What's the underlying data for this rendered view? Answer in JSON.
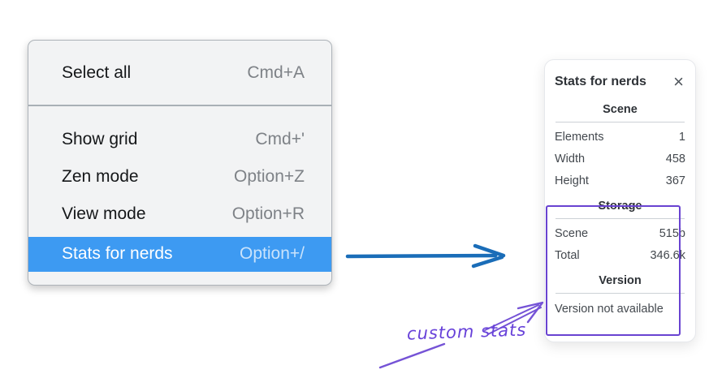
{
  "context_menu": {
    "items": [
      {
        "label": "Select all",
        "shortcut": "Cmd+A"
      },
      {
        "label": "Show grid",
        "shortcut": "Cmd+'"
      },
      {
        "label": "Zen mode",
        "shortcut": "Option+Z"
      },
      {
        "label": "View mode",
        "shortcut": "Option+R"
      },
      {
        "label": "Stats for nerds",
        "shortcut": "Option+/"
      }
    ],
    "highlighted_item": "Stats for nerds",
    "highlight_color": "#3d9af2"
  },
  "stats_panel": {
    "title": "Stats for nerds",
    "close_icon": "×",
    "sections": {
      "scene": {
        "header": "Scene",
        "rows": [
          {
            "label": "Elements",
            "value": "1"
          },
          {
            "label": "Width",
            "value": "458"
          },
          {
            "label": "Height",
            "value": "367"
          }
        ]
      },
      "storage": {
        "header": "Storage",
        "rows": [
          {
            "label": "Scene",
            "value": "515b"
          },
          {
            "label": "Total",
            "value": "346.6k"
          }
        ]
      },
      "version": {
        "header": "Version",
        "note": "Version not available"
      }
    }
  },
  "annotation": {
    "label": "custom stats",
    "color": "#6741d9"
  },
  "arrow_color": "#1a6db8"
}
